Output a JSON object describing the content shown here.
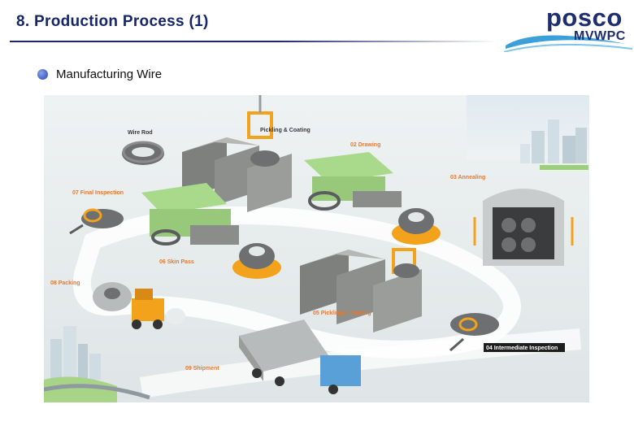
{
  "header": {
    "title": "8. Production Process (1)",
    "logo_text": "posco",
    "logo_subtext": "MVWPC"
  },
  "section": {
    "bullet_text": "Manufacturing Wire"
  },
  "diagram": {
    "labels": {
      "wire_rod": "Wire Rod",
      "pickling_coating_1": "Pickling & Coating",
      "drawing": "02 Drawing",
      "annealing": "03 Annealing",
      "final_inspection": "07 Final Inspection",
      "skin_pass": "06 Skin Pass",
      "packing": "08 Packing",
      "pickling_coating_2": "05 Pickling & Coating",
      "intermediate_inspection": "04 Intermediate Inspection",
      "shipment": "09 Shipment"
    },
    "colors": {
      "number": "#e8782a",
      "label": "#3a3a3a",
      "machine_green": "#a9d98a",
      "tank_gray": "#8c8f8c",
      "coil_gray": "#6d6f70",
      "ring_orange": "#f3a21c",
      "truck_blue": "#5aa0d8"
    }
  }
}
